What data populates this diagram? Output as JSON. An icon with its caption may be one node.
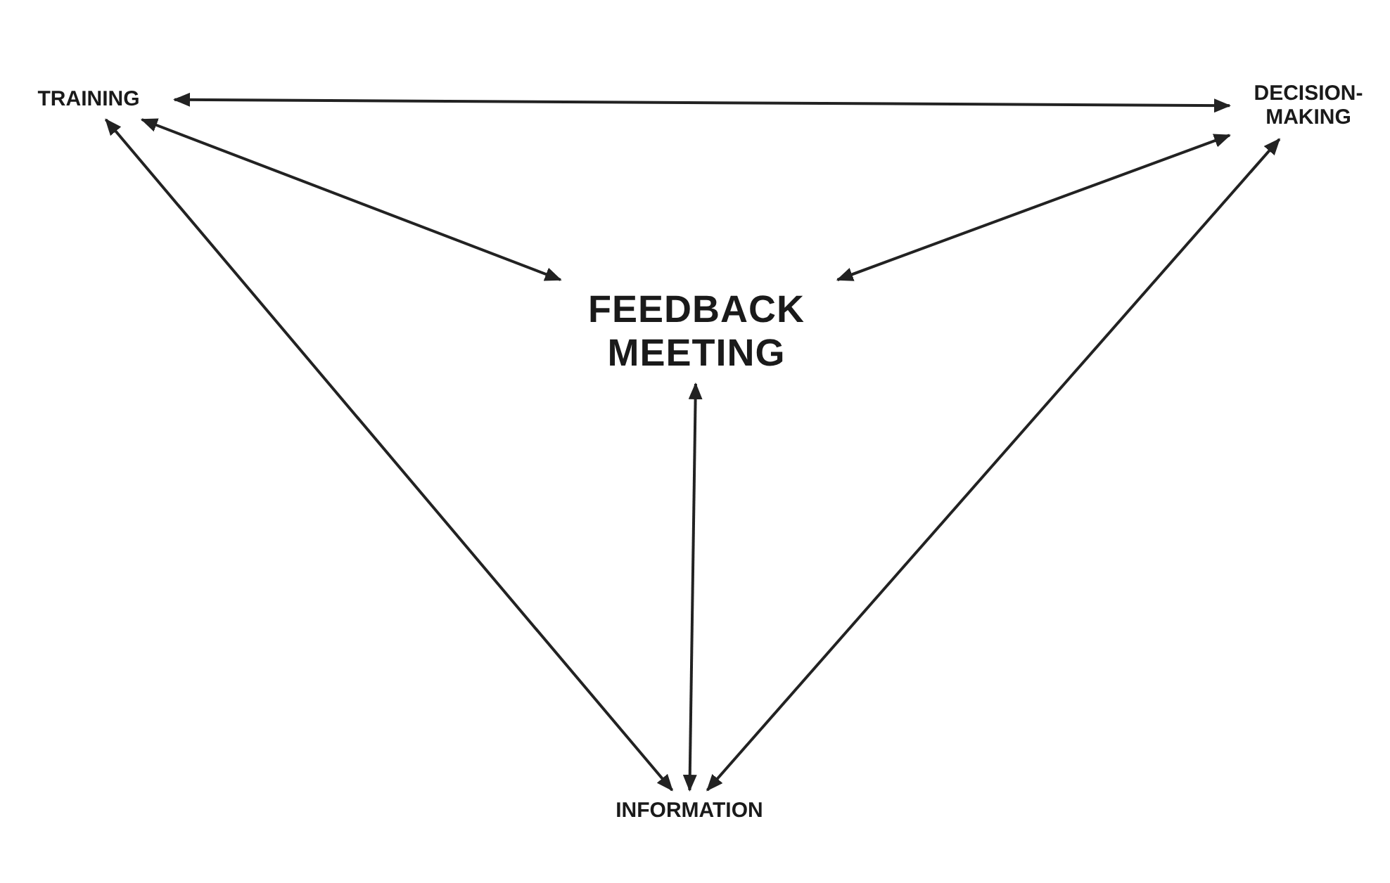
{
  "diagram": {
    "nodes": [
      {
        "text": [
          "TRAINING"
        ]
      },
      {
        "text": [
          "DECISION-MAKING"
        ]
      },
      {
        "text": [
          "FEEDBACK MEETING"
        ]
      },
      {
        "text": [
          "INFORMATION"
        ]
      }
    ],
    "edges": [
      {
        "from": 0,
        "to": 1,
        "arrow": "both"
      },
      {
        "from": 0,
        "to": 2,
        "arrow": "both"
      },
      {
        "from": 1,
        "to": 2,
        "arrow": "both"
      },
      {
        "from": 2,
        "to": 3,
        "arrow": "both"
      },
      {
        "from": 0,
        "to": 3,
        "arrow": "both"
      },
      {
        "from": 1,
        "to": 3,
        "arrow": "both"
      }
    ]
  }
}
